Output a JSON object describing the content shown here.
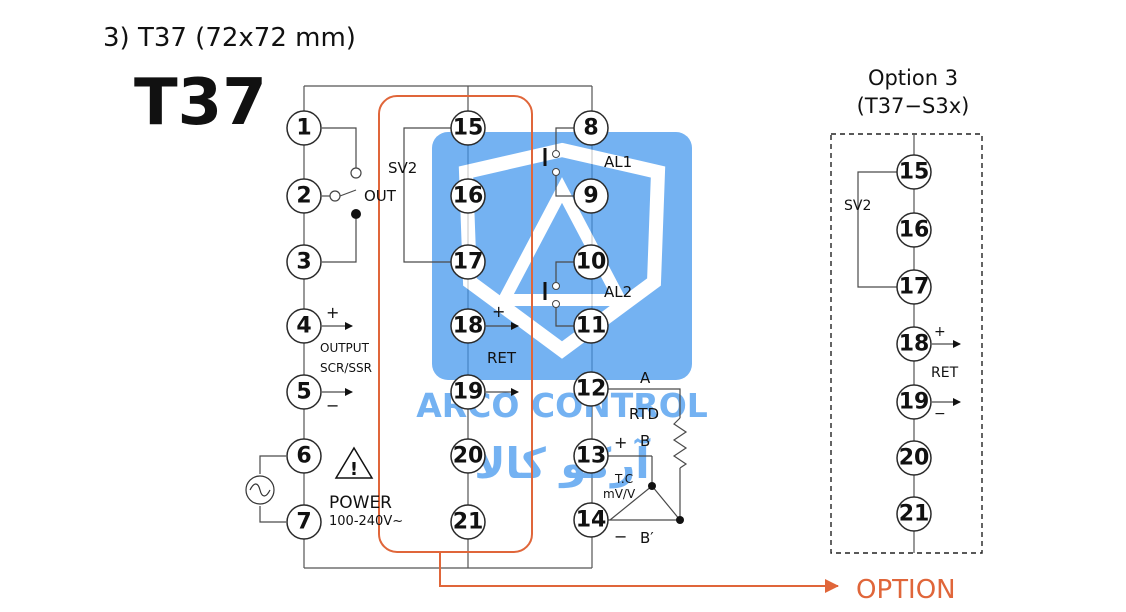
{
  "section_heading": "3) T37 (72x72 mm)",
  "model_title": "T37",
  "terminals": {
    "t1": "1",
    "t2": "2",
    "t3": "3",
    "t4": "4",
    "t5": "5",
    "t6": "6",
    "t7": "7",
    "t8": "8",
    "t9": "9",
    "t10": "10",
    "t11": "11",
    "t12": "12",
    "t13": "13",
    "t14": "14",
    "t15": "15",
    "t16": "16",
    "t17": "17",
    "t18": "18",
    "t19": "19",
    "t20": "20",
    "t21": "21"
  },
  "labels": {
    "out": "OUT",
    "output_line1": "OUTPUT",
    "output_line2": "SCR/SSR",
    "plus": "+",
    "minus": "−",
    "power": "POWER",
    "power_voltage": "100-240V~",
    "warning_symbol": "!",
    "sv2": "SV2",
    "ret": "RET",
    "al1": "AL1",
    "al2": "AL2",
    "rtd": "RTD",
    "rtd_a": "A",
    "rtd_b": "B",
    "rtd_b_prime": "B′",
    "tc_line1": "T.C",
    "tc_line2": "mV/V",
    "option_arrow": "OPTION"
  },
  "option3": {
    "title": "Option 3",
    "subtitle": "(T37−S3x)",
    "terminals": [
      "15",
      "16",
      "17",
      "18",
      "19",
      "20",
      "21"
    ],
    "sv2": "SV2",
    "ret": "RET",
    "plus": "+",
    "minus": "−"
  },
  "watermark": {
    "latin": "ARCO CONTROL",
    "arabic": "آرکو کالا"
  },
  "colors": {
    "option_accent": "#e0663a",
    "watermark_blue": "#3f95ee"
  },
  "icons": [
    "ac-source-icon",
    "warning-triangle-icon",
    "resistor-icon",
    "relay-contact-icon",
    "arrow-icon",
    "shield-logo-icon"
  ]
}
